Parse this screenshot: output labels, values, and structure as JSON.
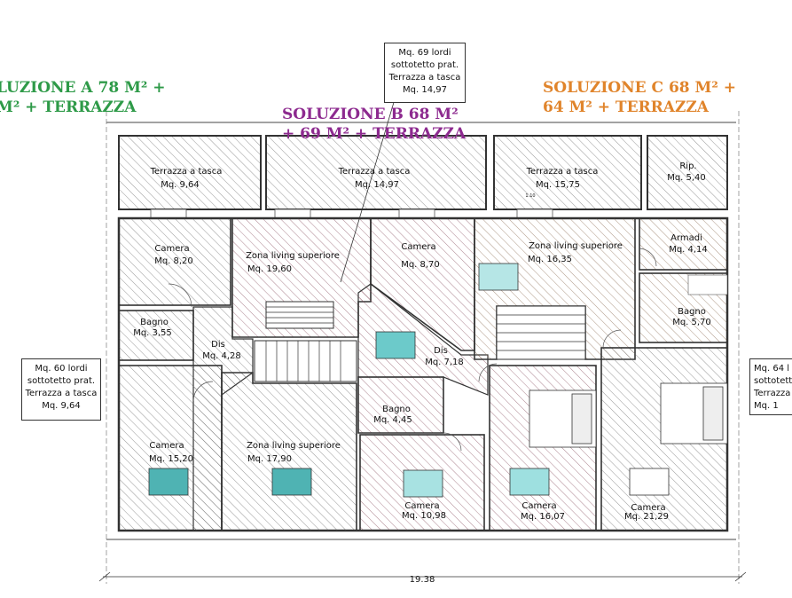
{
  "solutions": {
    "a": {
      "line1": "LUZIONE A 78 M² +",
      "line2": "M² + TERRAZZA",
      "color": "#2e9a48"
    },
    "b": {
      "line1": "SOLUZIONE B 68 M²",
      "line2": "+ 69 M² + TERRAZZA",
      "color": "#8d2a8f"
    },
    "c": {
      "line1": "SOLUZIONE C 68 M² +",
      "line2": "64 M² + TERRAZZA",
      "color": "#e0842b"
    }
  },
  "callouts": {
    "top": [
      "Mq. 69 lordi",
      "sottotetto prat.",
      "Terrazza a tasca",
      "Mq. 14,97"
    ],
    "left": [
      "Mq. 60 lordi",
      "sottotetto prat.",
      "Terrazza a tasca",
      "Mq. 9,64"
    ],
    "right": [
      "Mq. 64 l",
      "sottotetto",
      "Terrazza",
      "Mq. 1"
    ]
  },
  "rooms": {
    "terrazza_a": {
      "name": "Terrazza a tasca",
      "area": "Mq. 9,64"
    },
    "terrazza_b": {
      "name": "Terrazza a tasca",
      "area": "Mq. 14,97"
    },
    "terrazza_c": {
      "name": "Terrazza a tasca",
      "area": "Mq. 15,75"
    },
    "rip": {
      "name": "Rip.",
      "area": "Mq. 5,40"
    },
    "camera_a1": {
      "name": "Camera",
      "area": "Mq. 8,20"
    },
    "bagno_a": {
      "name": "Bagno",
      "area": "Mq. 3,55"
    },
    "dis_a": {
      "name": "Dis",
      "area": "Mq. 4,28"
    },
    "camera_a2": {
      "name": "Camera",
      "area": "Mq. 15,20"
    },
    "living_a": {
      "name": "Zona living superiore",
      "area": "Mq. 17,90"
    },
    "living_b": {
      "name": "Zona living superiore",
      "area": "Mq. 19,60"
    },
    "camera_b1": {
      "name": "Camera",
      "area": "Mq. 8,70"
    },
    "dis_b": {
      "name": "Dis",
      "area": "Mq. 7,18"
    },
    "bagno_b": {
      "name": "Bagno",
      "area": "Mq. 4,45"
    },
    "camera_b2": {
      "name": "Camera",
      "area": "Mq. 10,98"
    },
    "living_c": {
      "name": "Zona living superiore",
      "area": "Mq. 16,35"
    },
    "armadi": {
      "name": "Armadi",
      "area": "Mq. 4,14"
    },
    "bagno_c": {
      "name": "Bagno",
      "area": "Mq. 5,70"
    },
    "camera_c1": {
      "name": "Camera",
      "area": "Mq. 16,07"
    },
    "camera_c2": {
      "name": "Camera",
      "area": "Mq. 21,29"
    }
  },
  "dimensions": {
    "total": "19.38",
    "step": "1.10"
  }
}
